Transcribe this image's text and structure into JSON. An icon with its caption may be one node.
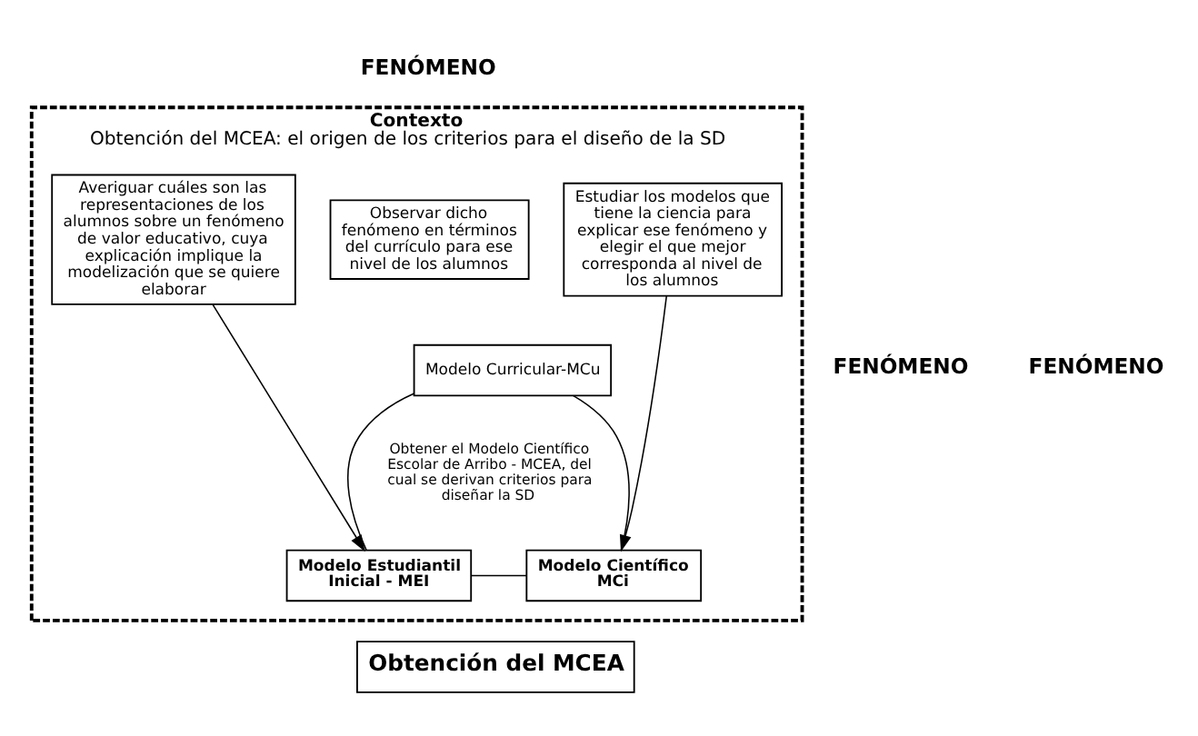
{
  "diagram": {
    "nodes": [
      {
        "text": [
          "Contexto",
          "Obtención del MCEA: el origen de los criterios para el diseño de la SD"
        ]
      },
      {
        "text": [
          "Averiguar cuáles son las representaciones de los alumnos sobre un fenómeno de valor educativo, cuya explicación implique la modelización que se quiere elaborar"
        ],
        "in": 0
      },
      {
        "text": [
          "Observar dicho fenómeno en términos del currículo para ese nivel de los alumnos"
        ],
        "in": 0
      },
      {
        "text": [
          "Estudiar los modelos que tiene la ciencia para explicar ese fenómeno y elegir el que mejor corresponda al nivel de los alumnos"
        ],
        "in": 0
      },
      {
        "text": [
          "Modelo Curricular-MCu"
        ],
        "in": 0
      },
      {
        "text": [
          "Modelo Estudiantil Inicial - MEI"
        ],
        "in": 0
      },
      {
        "text": [
          "Modelo Científico MCi"
        ],
        "in": 0
      },
      {
        "text": [
          "Obtención del MCEA"
        ]
      }
    ],
    "edges": [
      {
        "from": 1,
        "to": 5,
        "arrow": "to"
      },
      {
        "from": 3,
        "to": 6,
        "arrow": "to"
      },
      {
        "from": 4,
        "to": 5,
        "arrow": "none"
      },
      {
        "from": 4,
        "to": 6,
        "arrow": "none"
      },
      {
        "from": 5,
        "to": 6,
        "arrow": "none"
      }
    ],
    "labels": [
      "FENÓMENO",
      "FENÓMENO",
      "FENÓMENO",
      "Obtener el Modelo Científico Escolar de Arribo - MCEA, del cual se derivan criterios para diseñar la SD"
    ]
  }
}
